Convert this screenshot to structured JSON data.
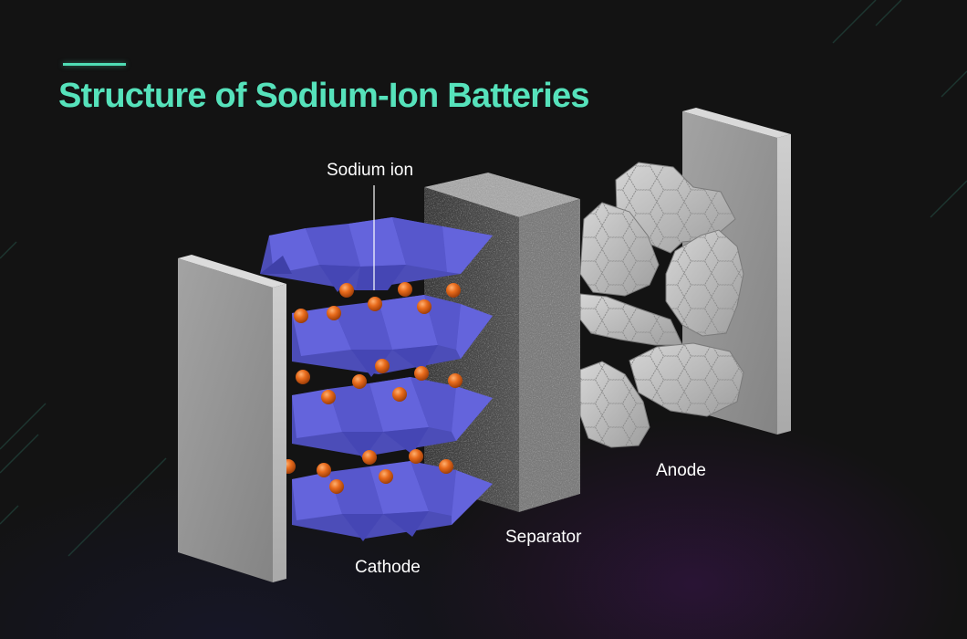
{
  "title": "Structure of Sodium-Ion Batteries",
  "colors": {
    "title": "#56e2bb",
    "accent_bar": "#4fdcb4",
    "background": "#131313",
    "cathode_octahedra": "#5e5fd6",
    "sodium_ion": "#e46a1e",
    "current_collector": "#9a9a9a",
    "separator": "#6e6e6e",
    "anode_graphene": "#bdbdbd"
  },
  "labels": {
    "sodium_ion": "Sodium ion",
    "cathode": "Cathode",
    "separator": "Separator",
    "anode": "Anode"
  },
  "components": [
    {
      "name": "Cathode current collector",
      "shape": "plate"
    },
    {
      "name": "Cathode",
      "shape": "layered octahedra with sodium ions"
    },
    {
      "name": "Separator",
      "shape": "porous block"
    },
    {
      "name": "Anode",
      "shape": "hexagonal graphene-like sheets"
    },
    {
      "name": "Anode current collector",
      "shape": "plate"
    }
  ]
}
